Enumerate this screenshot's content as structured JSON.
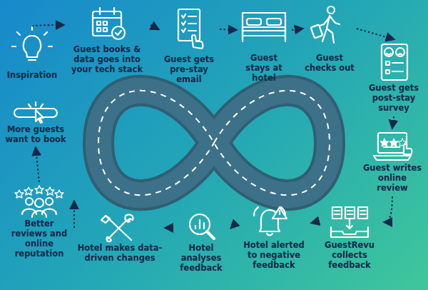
{
  "diagram": {
    "nodes": [
      {
        "text": [
          "Inspiration"
        ]
      },
      {
        "text": [
          "Guest books & data goes into your tech stack"
        ]
      },
      {
        "text": [
          "Guest gets pre-stay email"
        ]
      },
      {
        "text": [
          "Guest stays at hotel"
        ]
      },
      {
        "text": [
          "Guest checks out"
        ]
      },
      {
        "text": [
          "Guest gets post-stay survey"
        ]
      },
      {
        "text": [
          "Guest writes online review"
        ]
      },
      {
        "text": [
          "GuestRevu collects feedback"
        ]
      },
      {
        "text": [
          "Hotel alerted to negative feedback"
        ]
      },
      {
        "text": [
          "Hotel analyses feedback"
        ]
      },
      {
        "text": [
          "Hotel makes data-driven changes"
        ]
      },
      {
        "text": [
          "Better reviews and online reputation"
        ]
      },
      {
        "text": [
          "More guests want to book"
        ]
      }
    ],
    "edges": [
      {
        "from": 0,
        "to": 1,
        "arrow": "to"
      },
      {
        "from": 1,
        "to": 2,
        "arrow": "to"
      },
      {
        "from": 2,
        "to": 3,
        "arrow": "to"
      },
      {
        "from": 3,
        "to": 4,
        "arrow": "to"
      },
      {
        "from": 4,
        "to": 5,
        "arrow": "to"
      },
      {
        "from": 5,
        "to": 6,
        "arrow": "to"
      },
      {
        "from": 6,
        "to": 7,
        "arrow": "to"
      },
      {
        "from": 7,
        "to": 8,
        "arrow": "to"
      },
      {
        "from": 8,
        "to": 9,
        "arrow": "to"
      },
      {
        "from": 9,
        "to": 10,
        "arrow": "to"
      },
      {
        "from": 10,
        "to": 11,
        "arrow": "to"
      },
      {
        "from": 11,
        "to": 12,
        "arrow": "to"
      }
    ]
  }
}
